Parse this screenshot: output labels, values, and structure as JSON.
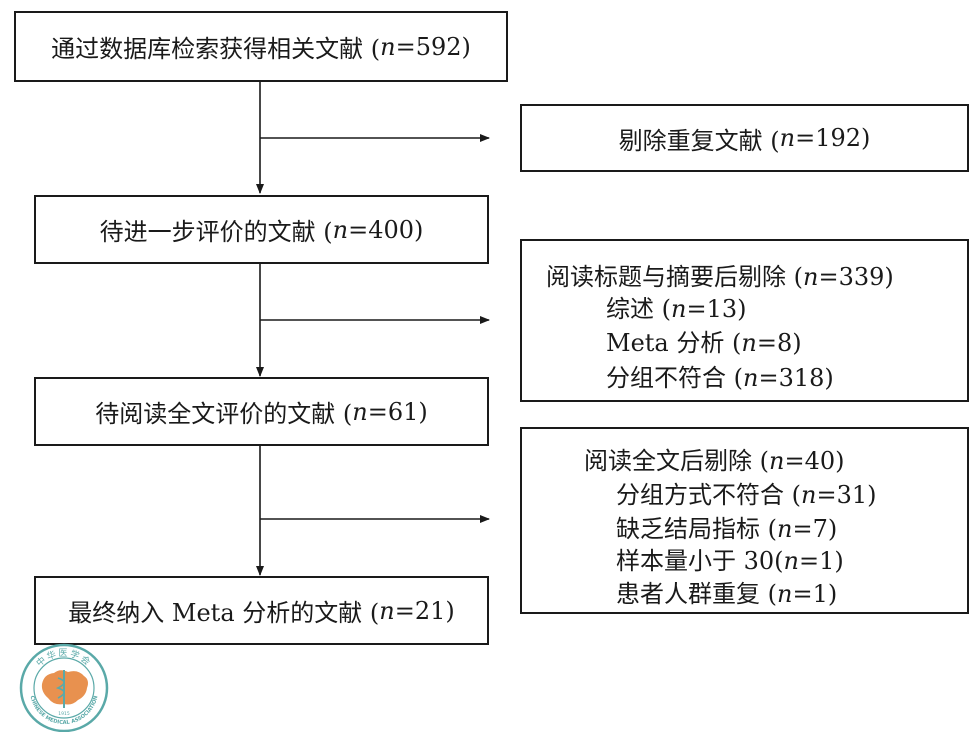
{
  "boxes": {
    "search": {
      "text": "通过数据库检索获得相关文献 (",
      "n": "n",
      "value": "=592)"
    },
    "duplicates": {
      "text": "剔除重复文献 (",
      "n": "n",
      "value": "=192)"
    },
    "further_eval": {
      "text": "待进一步评价的文献 (",
      "n": "n",
      "value": "=400)"
    },
    "abstract_excl": {
      "title": {
        "text": "阅读标题与摘要后剔除 (",
        "n": "n",
        "value": "=339)"
      },
      "items": [
        {
          "text": "综述 (",
          "n": "n",
          "value": "=13)"
        },
        {
          "text": "Meta 分析 (",
          "n": "n",
          "value": "=8)"
        },
        {
          "text": "分组不符合 (",
          "n": "n",
          "value": "=318)"
        }
      ]
    },
    "fulltext_eval": {
      "text": "待阅读全文评价的文献 (",
      "n": "n",
      "value": "=61)"
    },
    "fulltext_excl": {
      "title": {
        "text": "阅读全文后剔除 (",
        "n": "n",
        "value": "=40)"
      },
      "items": [
        {
          "text": "分组方式不符合 (",
          "n": "n",
          "value": "=31)"
        },
        {
          "text": "缺乏结局指标 (",
          "n": "n",
          "value": "=7)"
        },
        {
          "text": "样本量小于 30(",
          "n": "n",
          "value": "=1)"
        },
        {
          "text": "患者人群重复 (",
          "n": "n",
          "value": "=1)"
        }
      ]
    },
    "final": {
      "text": "最终纳入 Meta 分析的文献 (",
      "n": "n",
      "value": "=21)"
    }
  },
  "logo": {
    "top_text": "中华医学会",
    "bottom_text": "CHINESE MEDICAL ASSOCIATION",
    "year": "1915",
    "colors": {
      "ring": "#5aa9a8",
      "map": "#e8914f"
    }
  }
}
